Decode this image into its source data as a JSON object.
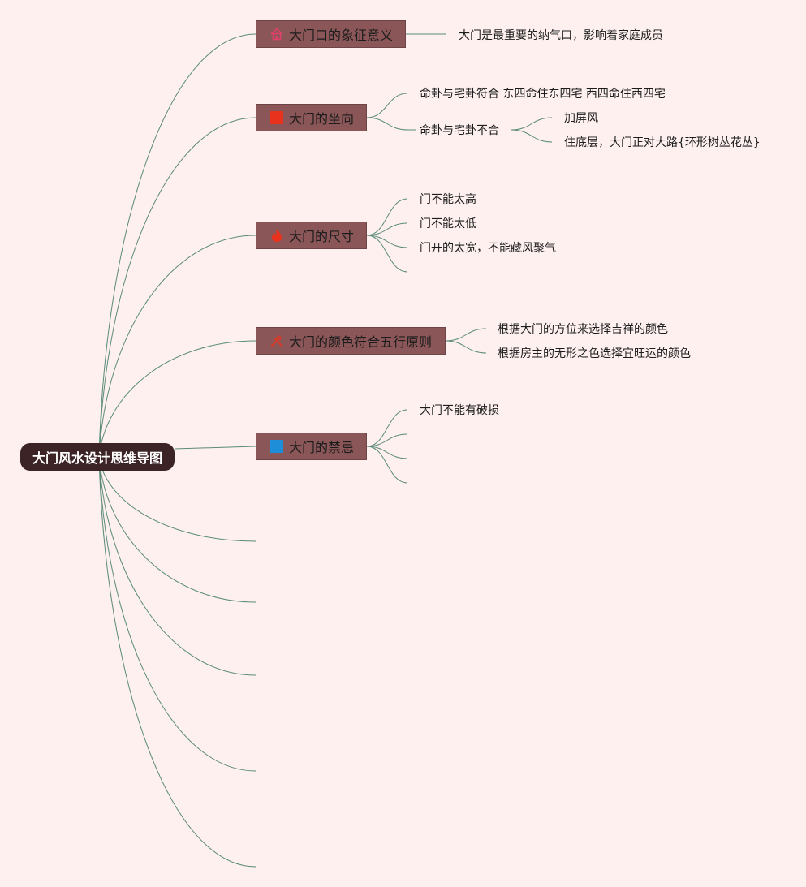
{
  "root": {
    "label": "大门风水设计思维导图"
  },
  "branches": [
    {
      "label": "大门口的象征意义",
      "icon": "house-icon",
      "children": [
        "大门是最重要的纳气口，影响着家庭成员"
      ]
    },
    {
      "label": "大门的坐向",
      "icon": "red-square-icon",
      "children": [
        "命卦与宅卦符合 东四命住东四宅 西四命住西四宅",
        "命卦与宅卦不合"
      ],
      "sub_children": [
        "加屏风",
        "住底层，大门正对大路{环形树丛花丛}"
      ]
    },
    {
      "label": "大门的尺寸",
      "icon": "fire-icon",
      "children": [
        "门不能太高",
        "门不能太低",
        "门开的太宽，不能藏风聚气"
      ]
    },
    {
      "label": "大门的颜色符合五行原则",
      "icon": "tools-icon",
      "children": [
        "根据大门的方位来选择吉祥的颜色",
        "根据房主的无形之色选择宜旺运的颜色"
      ]
    },
    {
      "label": "大门的禁忌",
      "icon": "blue-square-icon",
      "children": [
        "大门不能有破损"
      ]
    }
  ],
  "colors": {
    "background": "#fdf0ef",
    "root_fill": "#3b2326",
    "branch_fill": "#8a5658",
    "line": "#5a8a78"
  }
}
